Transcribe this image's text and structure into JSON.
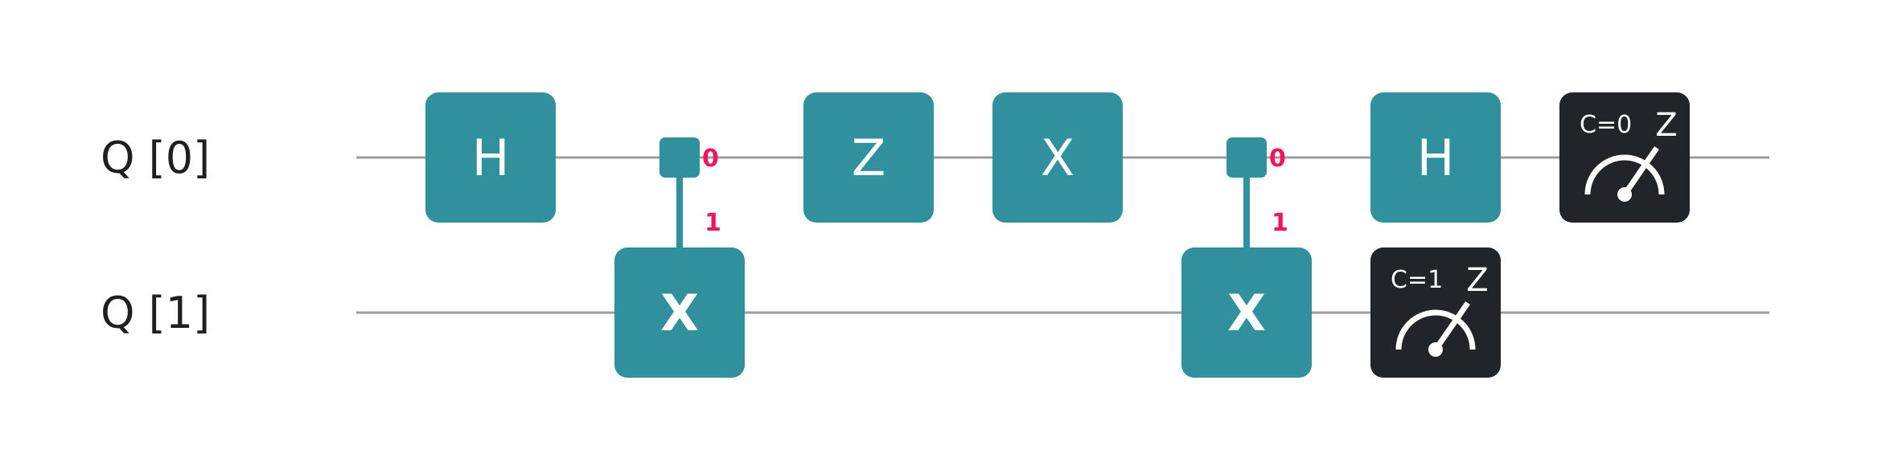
{
  "colors": {
    "wire": "#9c9c9c",
    "gate_fill": "#31909d",
    "measure_fill": "#212529",
    "control_state": "#f2135c",
    "label_text": "#1f1f1f",
    "gate_text": "#ffffff"
  },
  "qubits": [
    {
      "label": "Q [0]"
    },
    {
      "label": "Q [1]"
    }
  ],
  "gates": [
    {
      "type": "single",
      "symbol": "H",
      "qubit": 0,
      "column": 0
    },
    {
      "type": "cnot",
      "symbol": "X",
      "control": 0,
      "target": 1,
      "column": 1,
      "control_state_top": "0",
      "control_state_bottom": "1"
    },
    {
      "type": "single",
      "symbol": "Z",
      "qubit": 0,
      "column": 2
    },
    {
      "type": "single",
      "symbol": "X",
      "qubit": 0,
      "column": 3
    },
    {
      "type": "cnot",
      "symbol": "X",
      "control": 0,
      "target": 1,
      "column": 4,
      "control_state_top": "0",
      "control_state_bottom": "1"
    },
    {
      "type": "single",
      "symbol": "H",
      "qubit": 0,
      "column": 5
    },
    {
      "type": "measure",
      "qubit": 1,
      "column": 5,
      "classical": "C=1",
      "basis": "Z"
    },
    {
      "type": "measure",
      "qubit": 0,
      "column": 6,
      "classical": "C=0",
      "basis": "Z"
    }
  ]
}
